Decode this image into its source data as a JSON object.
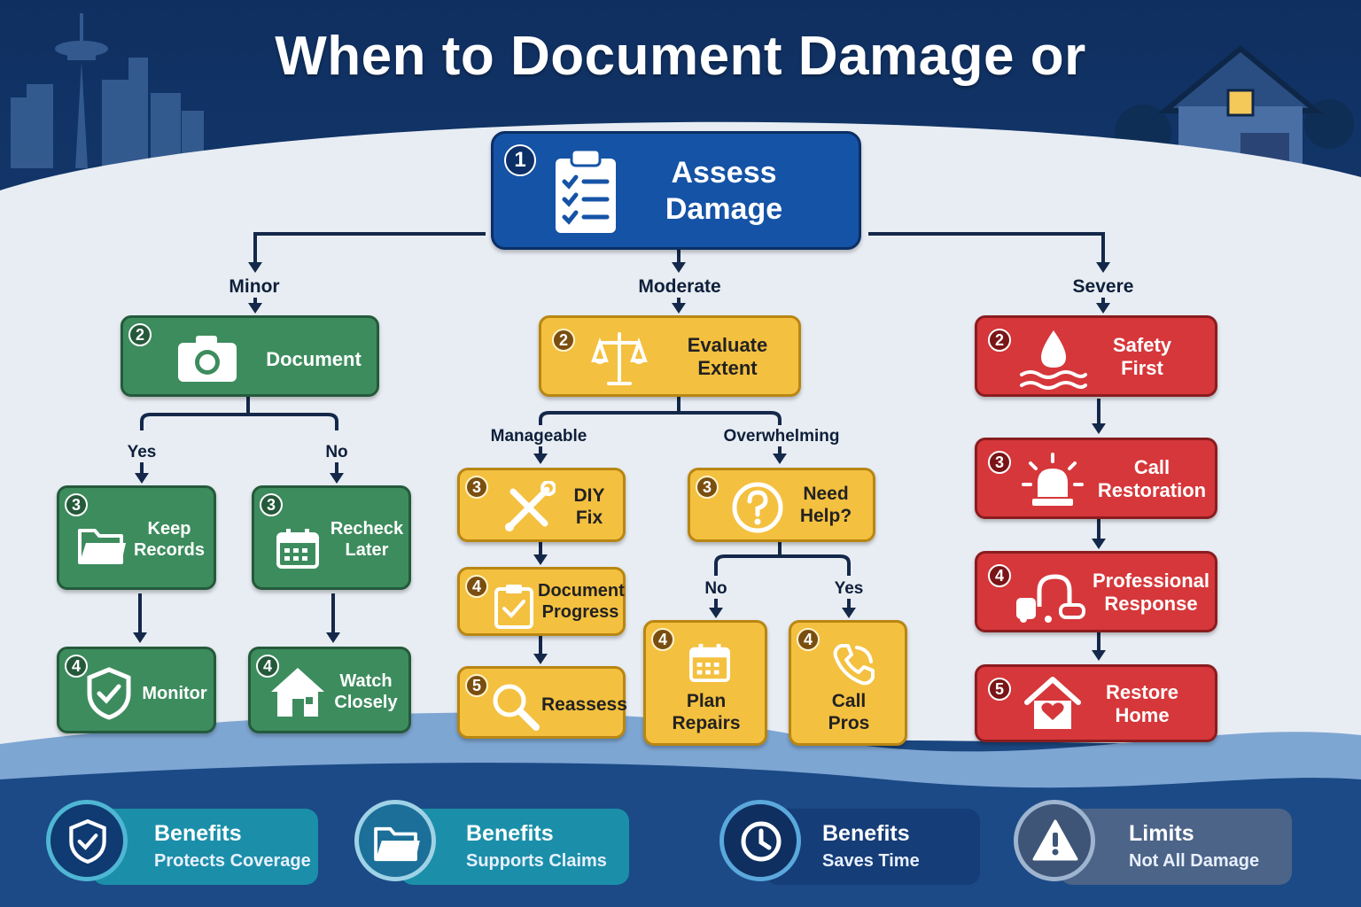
{
  "title": "When to Document Damage or",
  "colors": {
    "green": "#3d8c5e",
    "yellow": "#f4c03f",
    "red": "#d6373a",
    "blue": "#1553a6",
    "navy": "#14386b"
  },
  "root": {
    "num": "1",
    "label": "Assess Damage",
    "icon": "clipboard-checklist-icon"
  },
  "branches": {
    "minor": "Minor",
    "moderate": "Moderate",
    "severe": "Severe"
  },
  "minor": {
    "document": {
      "num": "2",
      "label": "Document",
      "icon": "camera-icon"
    },
    "yes": "Yes",
    "no": "No",
    "keep_records": {
      "num": "3",
      "label": "Keep Records",
      "icon": "folder-icon"
    },
    "recheck_later": {
      "num": "3",
      "label": "Recheck Later",
      "icon": "calendar-icon"
    },
    "monitor": {
      "num": "4",
      "label": "Monitor",
      "icon": "shield-check-icon"
    },
    "watch_closely": {
      "num": "4",
      "label": "Watch Closely",
      "icon": "house-icon"
    }
  },
  "moderate": {
    "evaluate": {
      "num": "2",
      "label": "Evaluate Extent",
      "icon": "scales-icon"
    },
    "manageable": "Manageable",
    "overwhelming": "Overwhelming",
    "diy_fix": {
      "num": "3",
      "label": "DIY Fix",
      "icon": "tools-icon"
    },
    "document_progress": {
      "num": "4",
      "label": "Document Progress",
      "icon": "clipboard-check-icon"
    },
    "reassess": {
      "num": "5",
      "label": "Reassess",
      "icon": "magnifier-icon"
    },
    "need_help": {
      "num": "3",
      "label": "Need Help?",
      "icon": "question-icon"
    },
    "no": "No",
    "yes": "Yes",
    "plan_repairs": {
      "num": "4",
      "label": "Plan Repairs",
      "icon": "calendar-icon"
    },
    "call_pros": {
      "num": "4",
      "label": "Call Pros",
      "icon": "phone-icon"
    }
  },
  "severe": {
    "safety_first": {
      "num": "2",
      "label": "Safety First",
      "icon": "water-drop-icon"
    },
    "call_restoration": {
      "num": "3",
      "label": "Call Restoration",
      "icon": "alarm-light-icon"
    },
    "professional_response": {
      "num": "4",
      "label": "Professional Response",
      "icon": "vacuum-icon"
    },
    "restore_home": {
      "num": "5",
      "label": "Restore Home",
      "icon": "house-heart-icon"
    }
  },
  "footer": [
    {
      "heading": "Benefits",
      "sub": "Protects Coverage",
      "icon": "shield-check-icon"
    },
    {
      "heading": "Benefits",
      "sub": "Supports Claims",
      "icon": "folder-icon"
    },
    {
      "heading": "Benefits",
      "sub": "Saves Time",
      "icon": "clock-icon"
    },
    {
      "heading": "Limits",
      "sub": "Not All Damage",
      "icon": "warning-icon"
    }
  ]
}
